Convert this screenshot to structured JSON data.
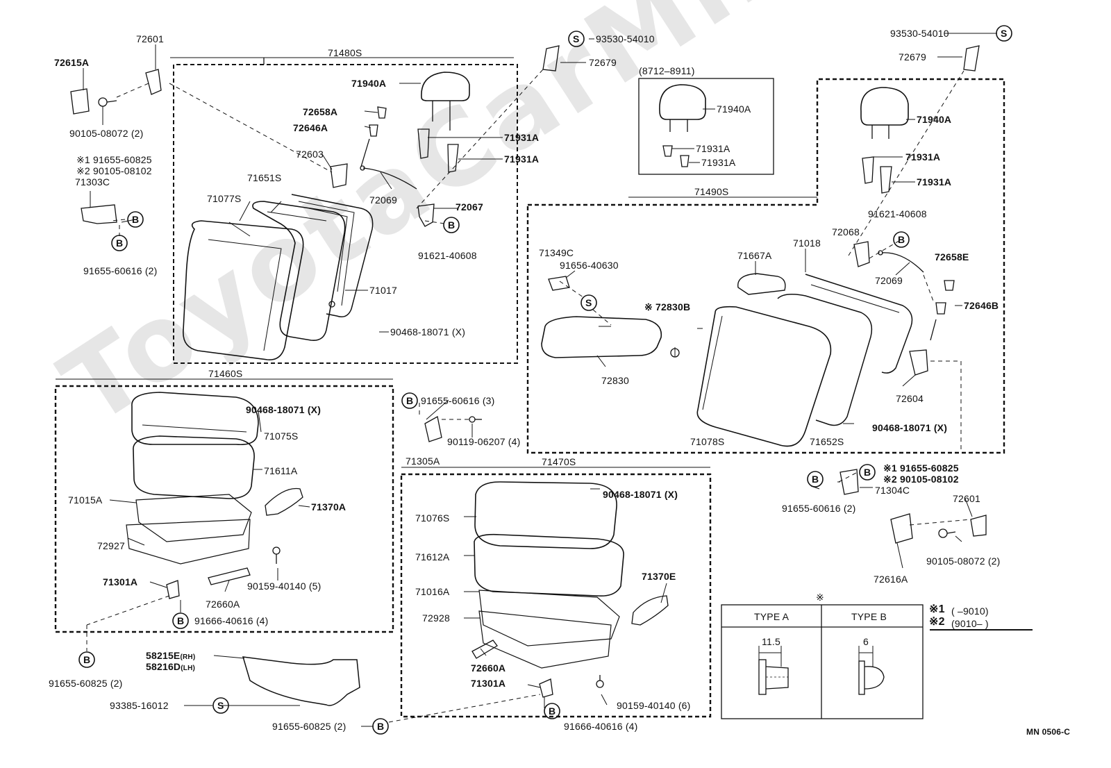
{
  "watermark": "ToyotaCarMiner.ru",
  "doc_ref": "MN 0506-C",
  "groups": {
    "g71480": "71480S",
    "g71460": "71460S",
    "g71470": "71470S",
    "g71490": "71490S"
  },
  "date_range": "(8712–8911)",
  "note_symbol": "※",
  "legend": {
    "type_a": "TYPE A",
    "type_b": "TYPE B",
    "dim_a": "11.5",
    "dim_b": "6",
    "row1_prefix": "※1",
    "row1_value": "(        –9010)",
    "row2_prefix": "※2",
    "row2_value": "(9010–        )"
  },
  "labels": {
    "p72601_top": "72601",
    "p72615A": "72615A",
    "p90105_08072_left": "90105-08072 (2)",
    "p91655_60825_note": "※1 91655-60825",
    "p90105_08102_note": "※2 90105-08102",
    "p71303C": "71303C",
    "p91655_60616_left": "91655-60616 (2)",
    "p71940A_a": "71940A",
    "p72658A": "72658A",
    "p72646A": "72646A",
    "p71931A_a1": "71931A",
    "p71931A_a2": "71931A",
    "p72603": "72603",
    "p71651S": "71651S",
    "p71077S": "71077S",
    "p72069_a": "72069",
    "p72067": "72067",
    "p91621_40608_a": "91621-40608",
    "p71017": "71017",
    "p90468_18071_a": "90468-18071 (X)",
    "p93530_54010_a": "93530-54010",
    "p72679_a": "72679",
    "p71940A_b": "71940A",
    "p71931A_b1": "71931A",
    "p71931A_b2": "71931A",
    "p93530_54010_b": "93530-54010",
    "p72679_b": "72679",
    "p71940A_c": "71940A",
    "p71931A_c1": "71931A",
    "p71931A_c2": "71931A",
    "p91621_40608_b": "91621-40608",
    "p72068": "72068",
    "p72069_b": "72069",
    "p72658E": "72658E",
    "p72646B": "72646B",
    "p71349C": "71349C",
    "p91656_40630": "91656-40630",
    "p71667A": "71667A",
    "p71018": "71018",
    "p72830B": "※ 72830B",
    "p72830": "72830",
    "p72604": "72604",
    "p90468_18071_b": "90468-18071 (X)",
    "p71078S": "71078S",
    "p71652S": "71652S",
    "p91655_60825_r1": "※1 91655-60825",
    "p90105_08102_r2": "※2 90105-08102",
    "p71304C": "71304C",
    "p91655_60616_right": "91655-60616 (2)",
    "p72601_right": "72601",
    "p90105_08072_right": "90105-08072 (2)",
    "p72616A": "72616A",
    "p90468_18071_c": "90468-18071 (X)",
    "p71075S": "71075S",
    "p71611A": "71611A",
    "p71015A": "71015A",
    "p71370A": "71370A",
    "p72927": "72927",
    "p71301A_a": "71301A",
    "p72660A_a": "72660A",
    "p90159_40140_a": "90159-40140 (5)",
    "p91666_40616_a": "91666-40616 (4)",
    "p91655_60616_mid": "91655-60616 (3)",
    "p90119_06207": "90119-06207 (4)",
    "p71305A": "71305A",
    "p90468_18071_d": "90468-18071 (X)",
    "p71076S": "71076S",
    "p71612A": "71612A",
    "p71016A": "71016A",
    "p72928": "72928",
    "p71370E": "71370E",
    "p72660A_b": "72660A",
    "p71301A_b": "71301A",
    "p90159_40140_b": "90159-40140 (6)",
    "p91666_40616_b": "91666-40616 (4)",
    "p58215E": "58215E",
    "p58215E_sub": "(RH)",
    "p58216D": "58216D",
    "p58216D_sub": "(LH)",
    "p91655_60825_bl": "91655-60825 (2)",
    "p93385_16012": "93385-16012",
    "p91655_60825_bm": "91655-60825 (2)"
  },
  "markers": {
    "S": "S",
    "B": "B"
  }
}
